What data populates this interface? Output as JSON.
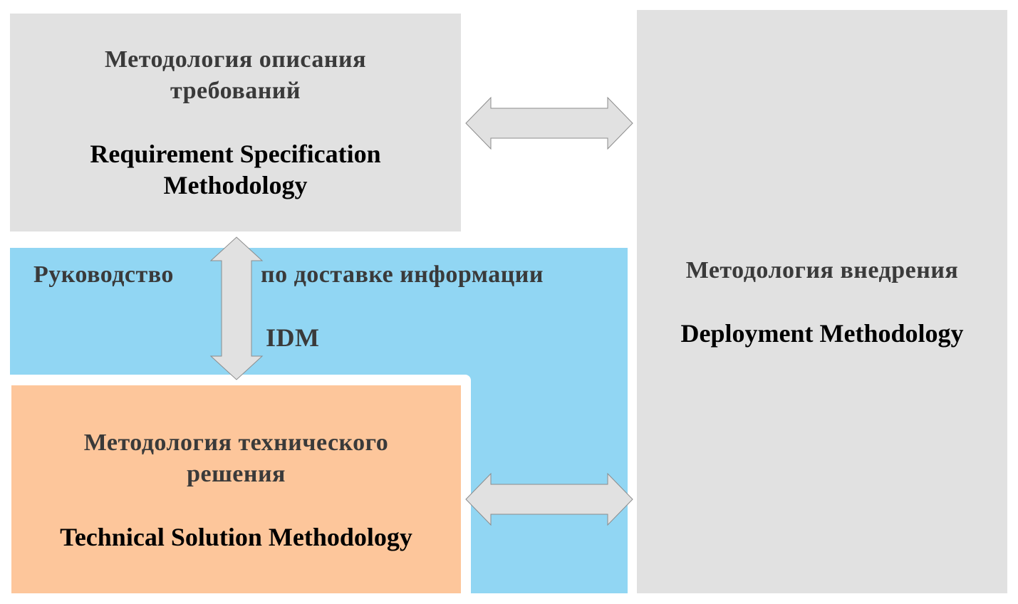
{
  "requirement_box": {
    "ru_line1": "Методология описания",
    "ru_line2": "требований",
    "en_line1": "Requirement Specification",
    "en_line2": "Methodology"
  },
  "idm_box": {
    "ru_left": "Руководство",
    "ru_right": "по доставке информации",
    "abbr": "IDM"
  },
  "technical_box": {
    "ru_line1": "Методология технического",
    "ru_line2": "решения",
    "en_line1": "Technical Solution Methodology"
  },
  "deployment_box": {
    "ru_line1": "Методология внедрения",
    "en_line1": "Deployment Methodology"
  },
  "colors": {
    "gray": "#e1e1e1",
    "blue": "#91d6f3",
    "orange": "#fdc69b",
    "arrow_fill": "#e1e1e1",
    "arrow_stroke": "#8c8c8c"
  }
}
